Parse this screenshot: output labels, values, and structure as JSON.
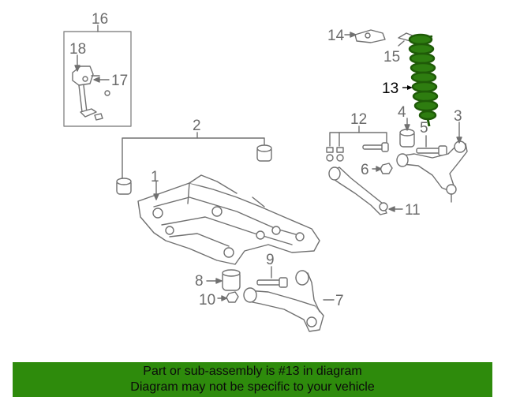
{
  "diagram": {
    "callouts": [
      "1",
      "2",
      "3",
      "4",
      "5",
      "6",
      "7",
      "8",
      "9",
      "10",
      "11",
      "12",
      "13",
      "14",
      "15",
      "16",
      "17",
      "18"
    ],
    "highlight_callout": "13",
    "highlight_color": "#2e7d10",
    "line_color": "#707070"
  },
  "banner": {
    "line1": "Part or sub-assembly is #13 in diagram",
    "line2": "Diagram may not be specific to your vehicle",
    "background": "#2e8b0c"
  }
}
